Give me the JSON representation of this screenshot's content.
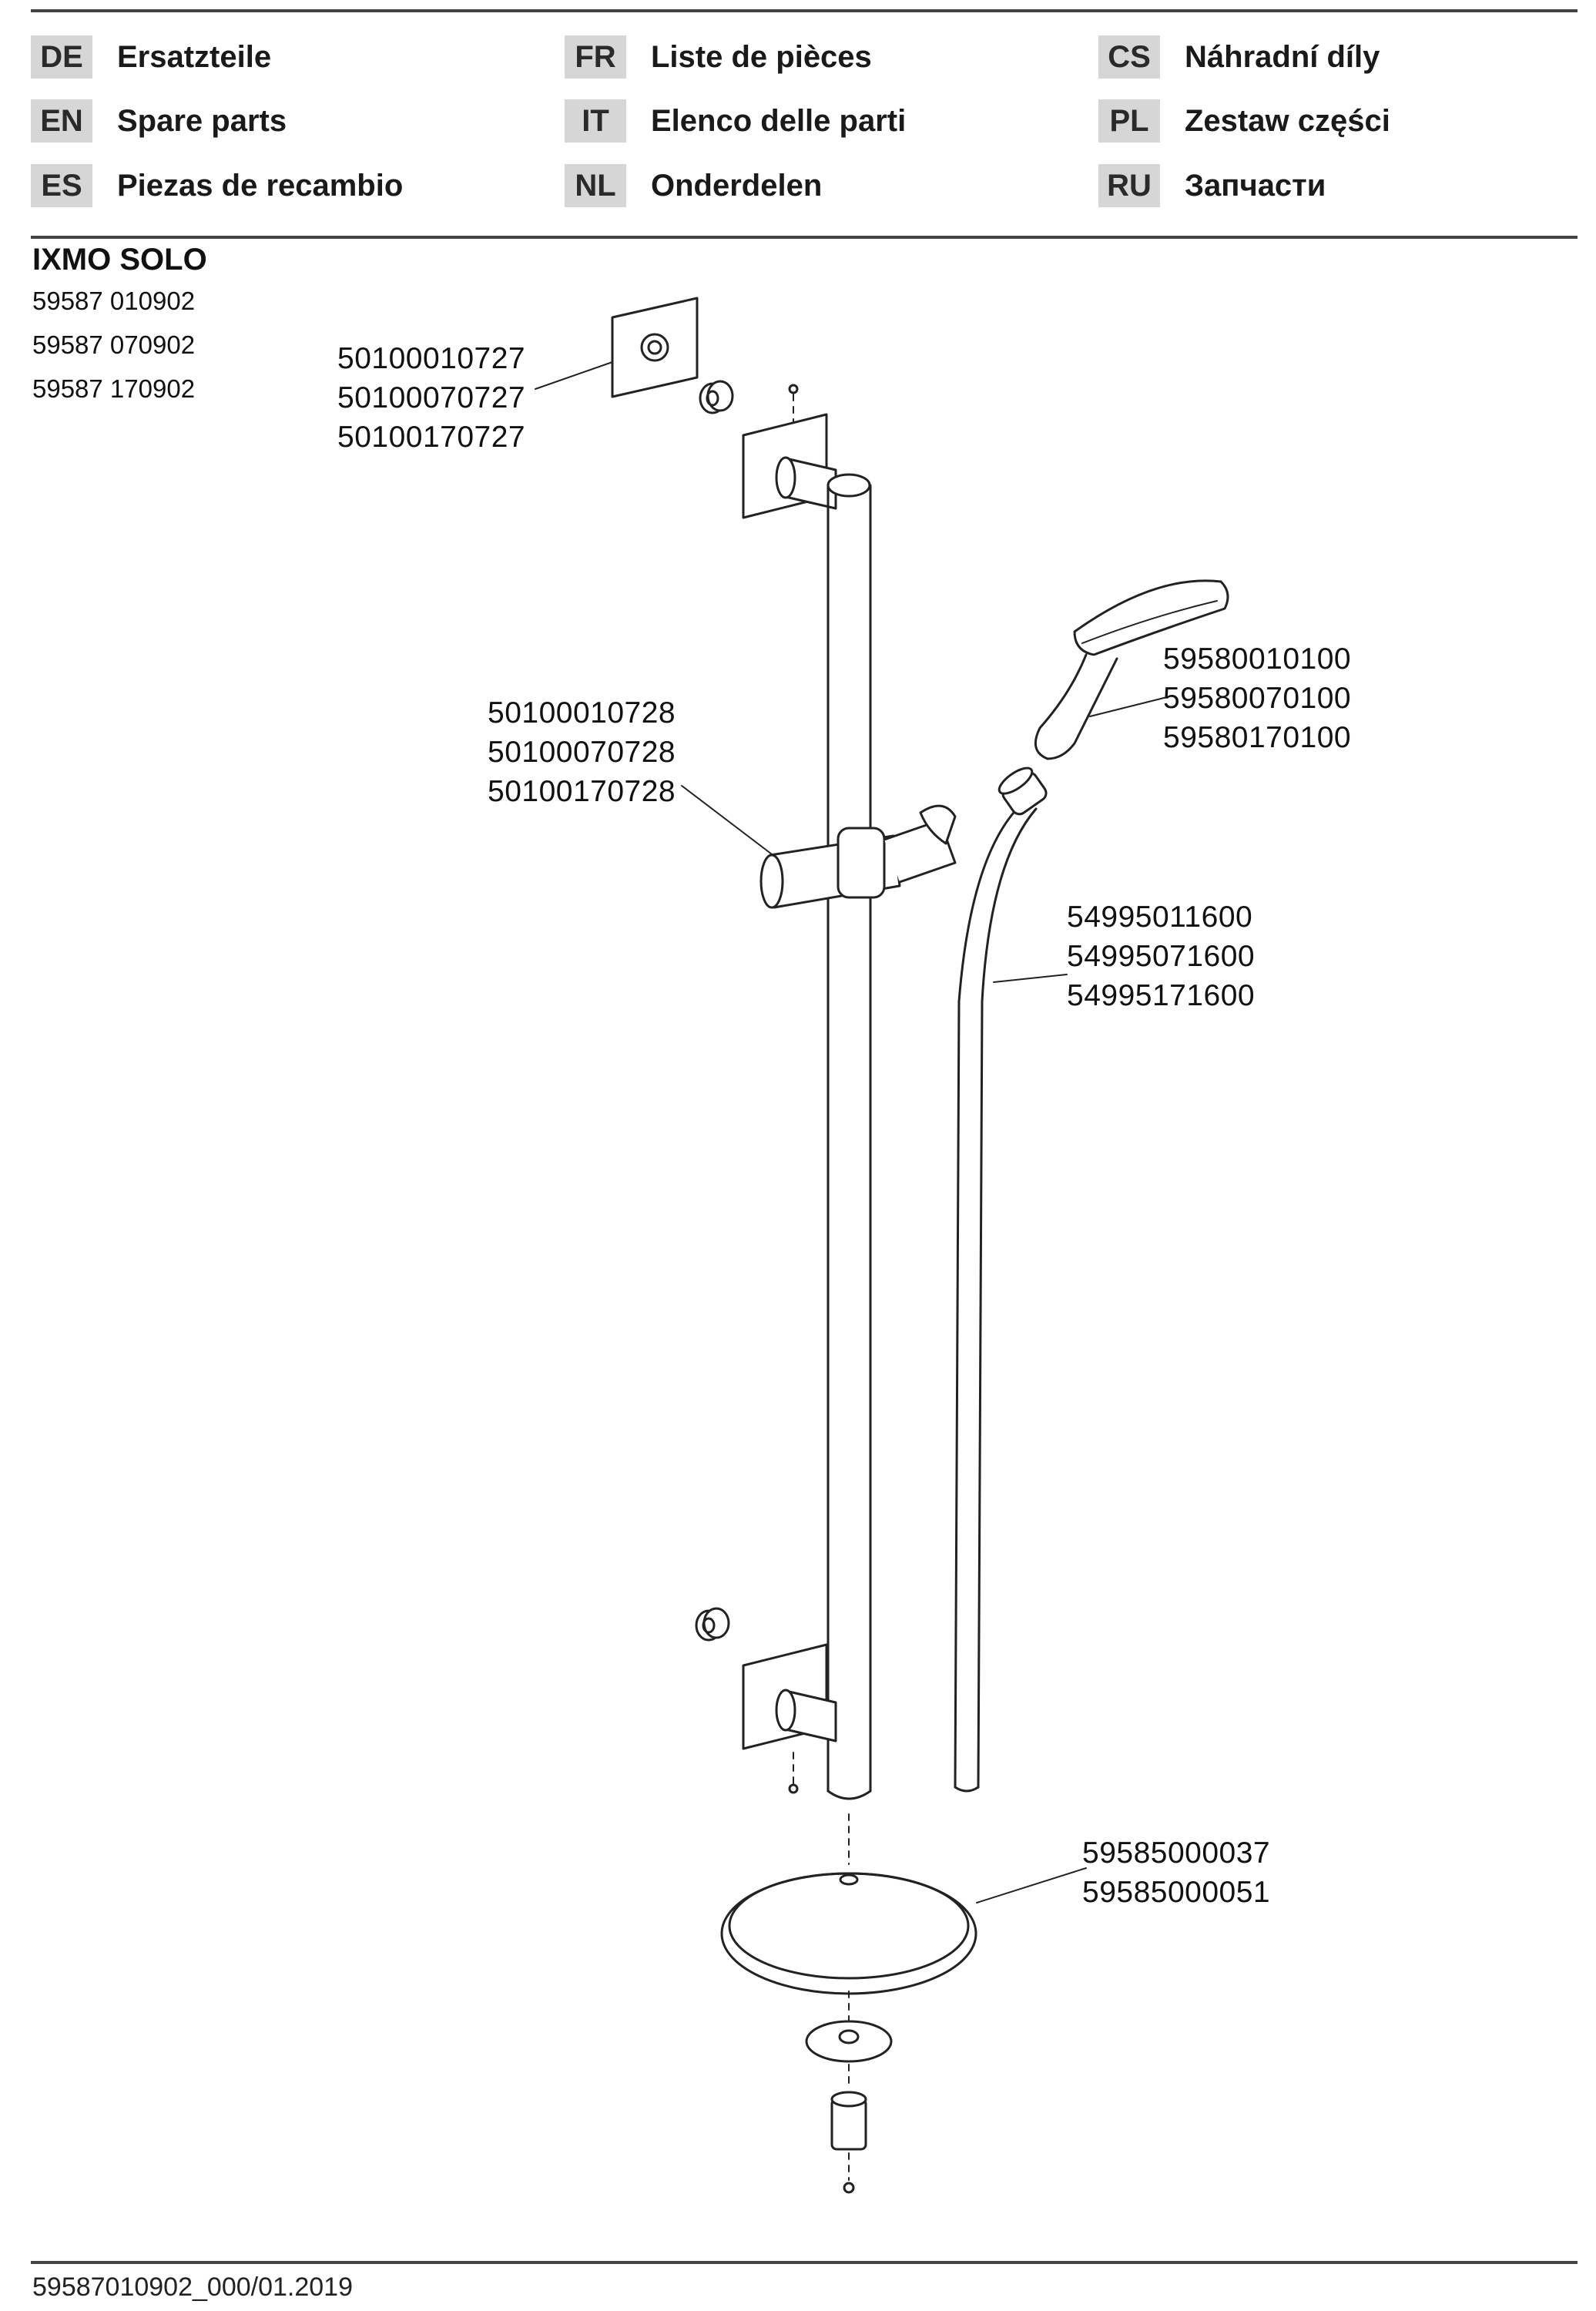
{
  "languages": [
    {
      "code": "DE",
      "label": "Ersatzteile"
    },
    {
      "code": "EN",
      "label": "Spare parts"
    },
    {
      "code": "ES",
      "label": "Piezas de recambio"
    },
    {
      "code": "FR",
      "label": "Liste de pièces"
    },
    {
      "code": "IT",
      "label": "Elenco delle parti"
    },
    {
      "code": "NL",
      "label": "Onderdelen"
    },
    {
      "code": "CS",
      "label": "Náhradní díly"
    },
    {
      "code": "PL",
      "label": "Zestaw części"
    },
    {
      "code": "RU",
      "label": "Запчасти"
    }
  ],
  "product": {
    "name": "IXMO SOLO",
    "articles": [
      "59587 010902",
      "59587 070902",
      "59587 170902"
    ]
  },
  "parts": {
    "wall_bracket": [
      "50100010727",
      "50100070727",
      "50100170727"
    ],
    "slider": [
      "50100010728",
      "50100070728",
      "50100170728"
    ],
    "hand_shower": [
      "59580010100",
      "59580070100",
      "59580170100"
    ],
    "hose": [
      "54995011600",
      "54995071600",
      "54995171600"
    ],
    "soap_dish": [
      "59585000037",
      "59585000051"
    ]
  },
  "footer": "59587010902_000/01.2019"
}
